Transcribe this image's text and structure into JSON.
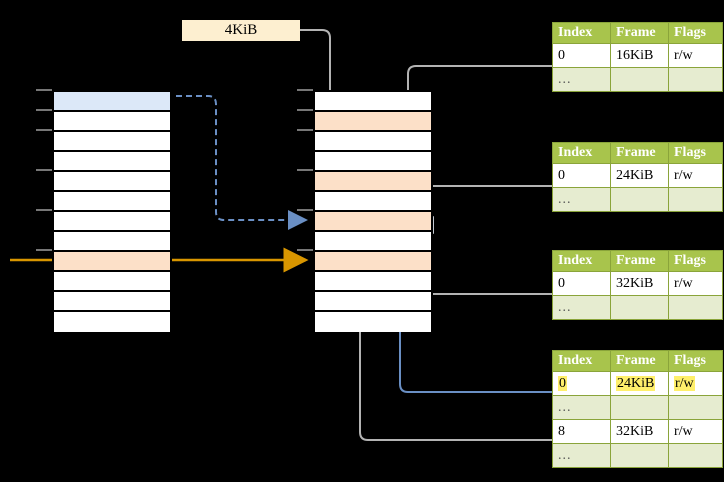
{
  "diagram": {
    "title_label": {
      "text": "4KiB"
    },
    "left_column": {
      "name": "virtual-address-space",
      "row_count": 12,
      "highlights": {
        "blue_row": 1,
        "orange_row": 8
      }
    },
    "middle_column": {
      "name": "page-table-memory",
      "row_count": 12,
      "orange_rows": [
        2,
        5,
        7,
        9
      ]
    },
    "page_tables": [
      {
        "name": "page-table-1",
        "headers": [
          "Index",
          "Frame",
          "Flags"
        ],
        "rows": [
          {
            "cells": [
              "0",
              "16KiB",
              "r/w"
            ],
            "highlight": []
          },
          {
            "cells": [
              "...",
              "",
              ""
            ],
            "ellipsis": true
          }
        ]
      },
      {
        "name": "page-table-2",
        "headers": [
          "Index",
          "Frame",
          "Flags"
        ],
        "rows": [
          {
            "cells": [
              "0",
              "24KiB",
              "r/w"
            ],
            "highlight": []
          },
          {
            "cells": [
              "...",
              "",
              ""
            ],
            "ellipsis": true
          }
        ]
      },
      {
        "name": "page-table-3",
        "headers": [
          "Index",
          "Frame",
          "Flags"
        ],
        "rows": [
          {
            "cells": [
              "0",
              "32KiB",
              "r/w"
            ],
            "highlight": []
          },
          {
            "cells": [
              "...",
              "",
              ""
            ],
            "ellipsis": true
          }
        ]
      },
      {
        "name": "page-table-4",
        "headers": [
          "Index",
          "Frame",
          "Flags"
        ],
        "rows": [
          {
            "cells": [
              "0",
              "24KiB",
              "r/w"
            ],
            "highlight": [
              1,
              2
            ]
          },
          {
            "cells": [
              "...",
              "",
              ""
            ],
            "ellipsis": true
          },
          {
            "cells": [
              "8",
              "32KiB",
              "r/w"
            ],
            "highlight": []
          },
          {
            "cells": [
              "...",
              "",
              ""
            ],
            "ellipsis": true
          }
        ]
      }
    ],
    "colors": {
      "header_green": "#a8c44c",
      "ellipsis_green": "#e6ecd0",
      "highlight_yellow": "#ffef6b",
      "row_blue": "#dce8f8",
      "row_orange": "#fce0c8",
      "label_cream": "#fdefd0",
      "arrow_orange": "#d99600",
      "arrow_blue": "#6a8fc4",
      "wire_gray": "#b3b3b3"
    }
  }
}
